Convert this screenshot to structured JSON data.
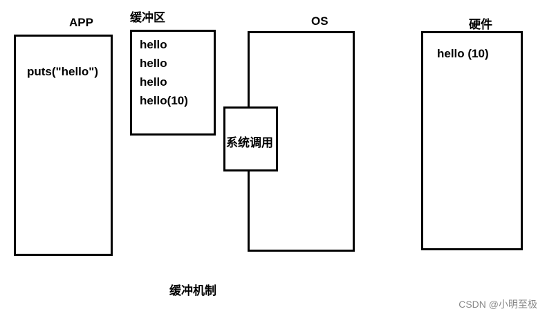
{
  "labels": {
    "app": "APP",
    "buffer": "缓冲区",
    "os": "OS",
    "hardware": "硬件",
    "mechanism": "缓冲机制",
    "syscall": "系统调用"
  },
  "app": {
    "code": "puts(\"hello\")"
  },
  "buffer": {
    "lines": [
      "hello",
      "hello",
      "hello",
      "hello(10)"
    ]
  },
  "hardware": {
    "text": "hello (10)"
  },
  "watermark": "CSDN @小明至极"
}
